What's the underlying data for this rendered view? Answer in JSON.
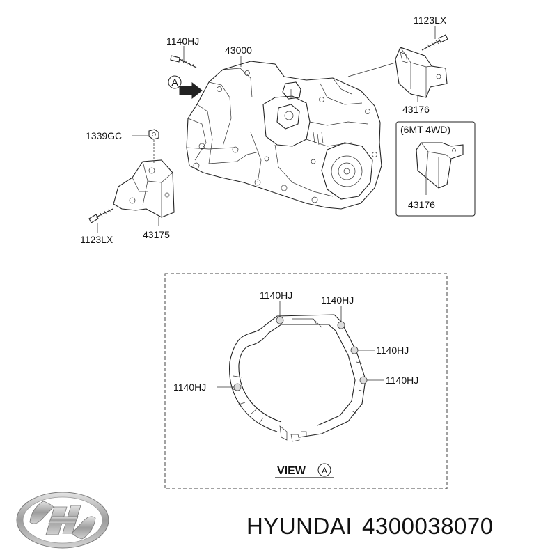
{
  "labels": {
    "bolt_top_left": "1140HJ",
    "transaxle": "43000",
    "bolt_top_right": "1123LX",
    "bracket_right": "43176",
    "variant_box_title": "(6MT 4WD)",
    "bracket_right_variant": "43176",
    "nut_left": "1339GC",
    "bolt_bottom_left": "1123LX",
    "bracket_left": "43175",
    "view_marker": "A"
  },
  "view": {
    "title": "VIEW",
    "marker": "A",
    "bolt_labels": [
      "1140HJ",
      "1140HJ",
      "1140HJ",
      "1140HJ",
      "1140HJ"
    ]
  },
  "footer": {
    "brand": "HYUNDAI",
    "part_number": "4300038070"
  },
  "icons": {
    "logo": "hyundai-logo-icon",
    "arrow": "view-direction-arrow-icon"
  },
  "colors": {
    "line": "#222222",
    "logo_silver": "#b8b8b8",
    "text": "#111111"
  }
}
